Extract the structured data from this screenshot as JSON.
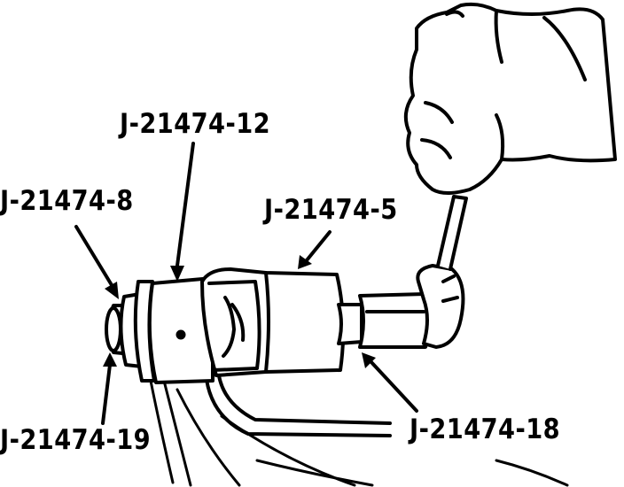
{
  "labels": {
    "j12": "J-21474-12",
    "j8": "J-21474-8",
    "j5": "J-21474-5",
    "j19": "J-21474-19",
    "j18": "J-21474-18"
  },
  "colors": {
    "ink": "#000000",
    "paper": "#ffffff"
  }
}
